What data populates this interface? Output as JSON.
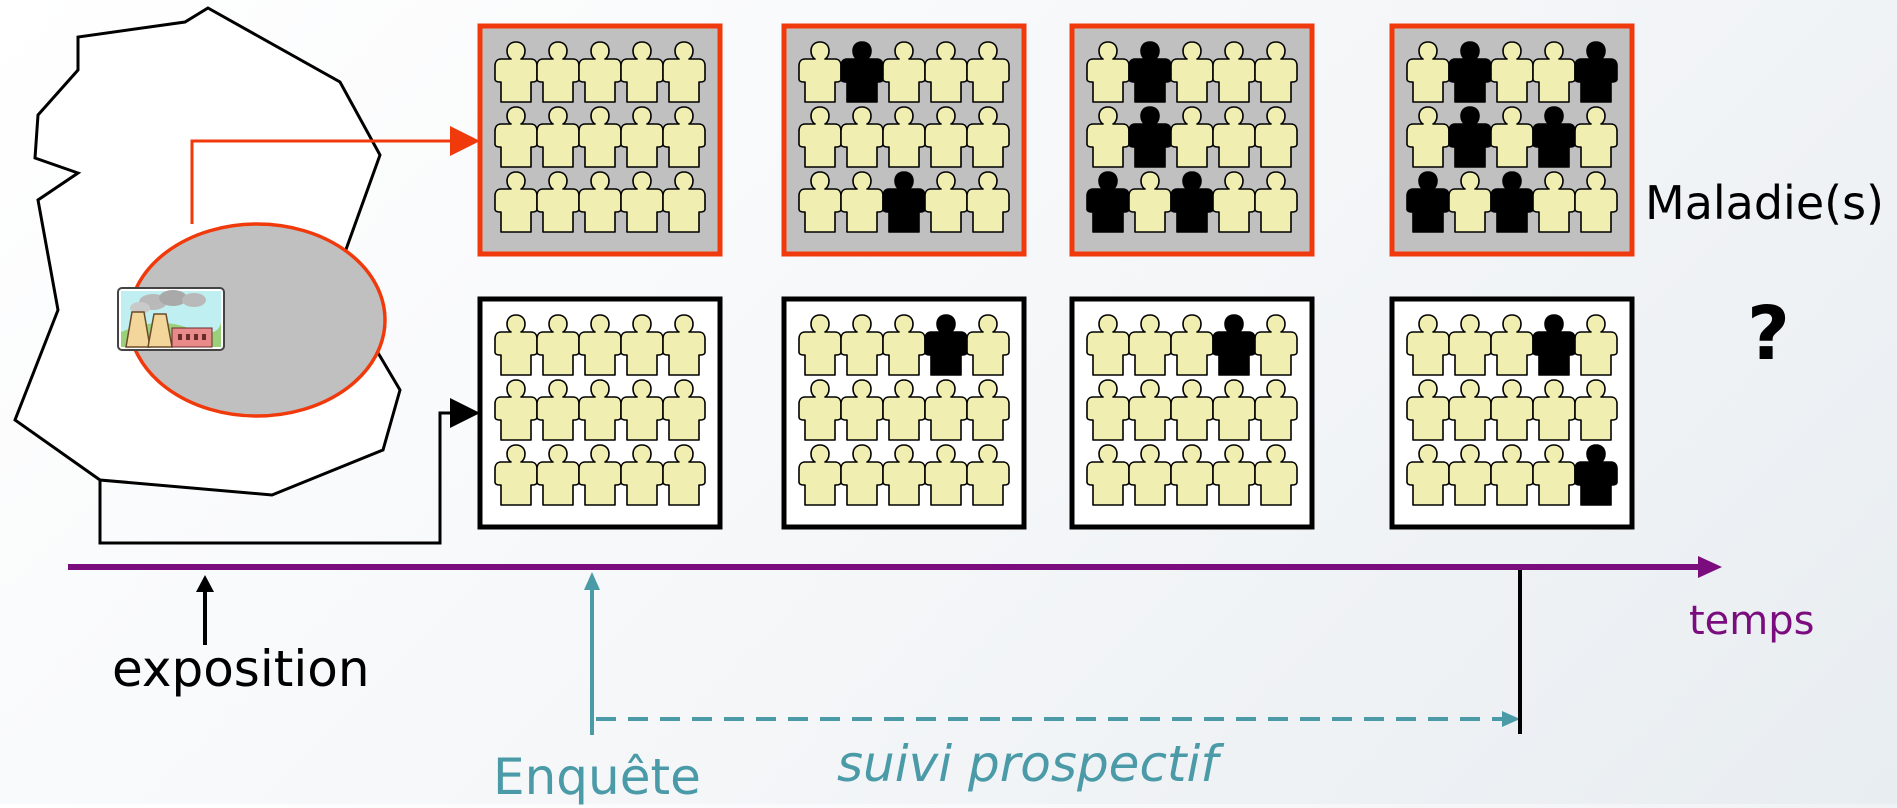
{
  "labels": {
    "disease": "Maladie(s)",
    "question": "?",
    "time": "temps",
    "exposure": "exposition",
    "survey": "Enquête",
    "follow_up": "suivi prospectif"
  },
  "colors": {
    "exposed_border": "#f03a0c",
    "unexposed_border": "#000000",
    "exposed_fill": "#c0c0c0",
    "unexposed_fill": "#ffffff",
    "person_healthy": "#f0eeb0",
    "person_sick": "#000000",
    "timeline": "#7a0c7e",
    "survey": "#4b9aa8"
  },
  "icons": {
    "region": "region-map-outline",
    "zone": "exposure-zone-ellipse",
    "factory": "factory-icon",
    "person": "person-icon"
  },
  "cohorts": {
    "exposed": [
      [
        [
          0,
          0,
          0,
          0,
          0
        ],
        [
          0,
          0,
          0,
          0,
          0
        ],
        [
          0,
          0,
          0,
          0,
          0
        ]
      ],
      [
        [
          0,
          1,
          0,
          0,
          0
        ],
        [
          0,
          0,
          0,
          0,
          0
        ],
        [
          0,
          0,
          1,
          0,
          0
        ]
      ],
      [
        [
          0,
          1,
          0,
          0,
          0
        ],
        [
          0,
          1,
          0,
          0,
          0
        ],
        [
          1,
          0,
          1,
          0,
          0
        ]
      ],
      [
        [
          0,
          1,
          0,
          0,
          1
        ],
        [
          0,
          1,
          0,
          1,
          0
        ],
        [
          1,
          0,
          1,
          0,
          0
        ]
      ]
    ],
    "unexposed": [
      [
        [
          0,
          0,
          0,
          0,
          0
        ],
        [
          0,
          0,
          0,
          0,
          0
        ],
        [
          0,
          0,
          0,
          0,
          0
        ]
      ],
      [
        [
          0,
          0,
          0,
          1,
          0
        ],
        [
          0,
          0,
          0,
          0,
          0
        ],
        [
          0,
          0,
          0,
          0,
          0
        ]
      ],
      [
        [
          0,
          0,
          0,
          1,
          0
        ],
        [
          0,
          0,
          0,
          0,
          0
        ],
        [
          0,
          0,
          0,
          0,
          0
        ]
      ],
      [
        [
          0,
          0,
          0,
          1,
          0
        ],
        [
          0,
          0,
          0,
          0,
          0
        ],
        [
          0,
          0,
          0,
          0,
          1
        ]
      ]
    ]
  }
}
